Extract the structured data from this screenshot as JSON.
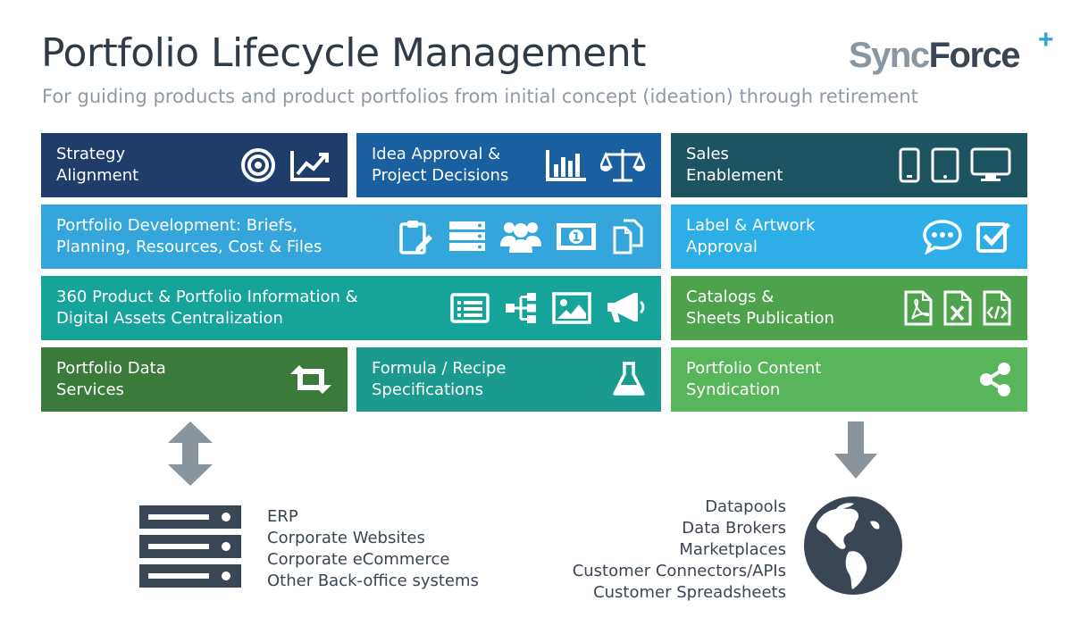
{
  "header": {
    "title": "Portfolio Lifecycle Management",
    "subtitle": "For guiding products and product portfolios from initial concept (ideation) through retirement",
    "logo_part1": "Sync",
    "logo_part2": "Force",
    "logo_plus": "+"
  },
  "colors": {
    "navy": "#1e3d6b",
    "blue": "#1a5fa0",
    "teal_dark": "#1d5462",
    "sky": "#35a6dc",
    "sky_light": "#2eaee6",
    "teal": "#16a39a",
    "green": "#4da24b",
    "green_dark": "#3b7b39",
    "teal_mid": "#1b9b8e",
    "green_light": "#58b55a",
    "gray": "#8a949d",
    "slate": "#3a4654"
  },
  "tiles": {
    "strategy": {
      "label": "Strategy\nAlignment",
      "icons": [
        "target-icon",
        "line-chart-icon"
      ]
    },
    "idea": {
      "label": "Idea Approval &\nProject Decisions",
      "icons": [
        "bar-chart-icon",
        "scales-icon"
      ]
    },
    "sales": {
      "label": "Sales\nEnablement",
      "icons": [
        "phone-icon",
        "tablet-icon",
        "monitor-icon"
      ]
    },
    "portfolio_dev": {
      "label": "Portfolio Development: Briefs,\nPlanning, Resources, Cost & Files",
      "icons": [
        "clipboard-edit-icon",
        "server-stack-icon",
        "users-icon",
        "money-icon",
        "files-icon"
      ]
    },
    "label_artwork": {
      "label": "Label & Artwork\nApproval",
      "icons": [
        "chat-bubble-icon",
        "checkbox-icon"
      ]
    },
    "info360": {
      "label": "360 Product & Portfolio Information &\nDigital Assets Centralization",
      "icons": [
        "list-icon",
        "hierarchy-icon",
        "image-icon",
        "megaphone-icon"
      ]
    },
    "catalogs": {
      "label": "Catalogs &\nSheets Publication",
      "icons": [
        "pdf-file-icon",
        "excel-file-icon",
        "code-file-icon"
      ]
    },
    "data_services": {
      "label": "Portfolio Data\nServices",
      "icons": [
        "retweet-icon"
      ]
    },
    "formula": {
      "label": "Formula / Recipe\nSpecifications",
      "icons": [
        "flask-icon"
      ]
    },
    "syndication": {
      "label": "Portfolio Content\nSyndication",
      "icons": [
        "share-icon"
      ]
    }
  },
  "backoffice": {
    "icon": "server-icon",
    "items": [
      "ERP",
      "Corporate Websites",
      "Corporate eCommerce",
      "Other Back-office systems"
    ]
  },
  "external": {
    "icon": "globe-icon",
    "items": [
      "Datapools",
      "Data Brokers",
      "Marketplaces",
      "Customer Connectors/APIs",
      "Customer Spreadsheets"
    ]
  }
}
